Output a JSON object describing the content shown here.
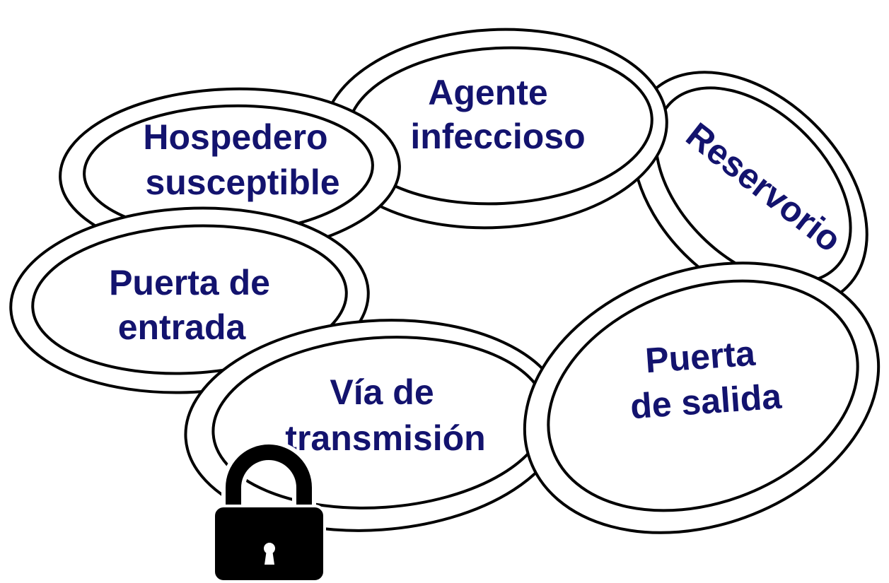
{
  "colors": {
    "label_text": "#13136e",
    "outline": "#000000",
    "background": "#ffffff"
  },
  "nodes": {
    "agente": {
      "line1": "Agente",
      "line2": "infeccioso"
    },
    "reservorio": {
      "line1": "Reservorio"
    },
    "puerta_salida": {
      "line1": "Puerta",
      "line2": "de salida"
    },
    "via_transmision": {
      "line1": "Vía de",
      "line2": "transmisión"
    },
    "puerta_entrada": {
      "line1": "Puerta de",
      "line2": "entrada"
    },
    "hospedero": {
      "line1": "Hospedero",
      "line2": "susceptible"
    }
  },
  "lock": {
    "icon": "padlock-icon"
  }
}
